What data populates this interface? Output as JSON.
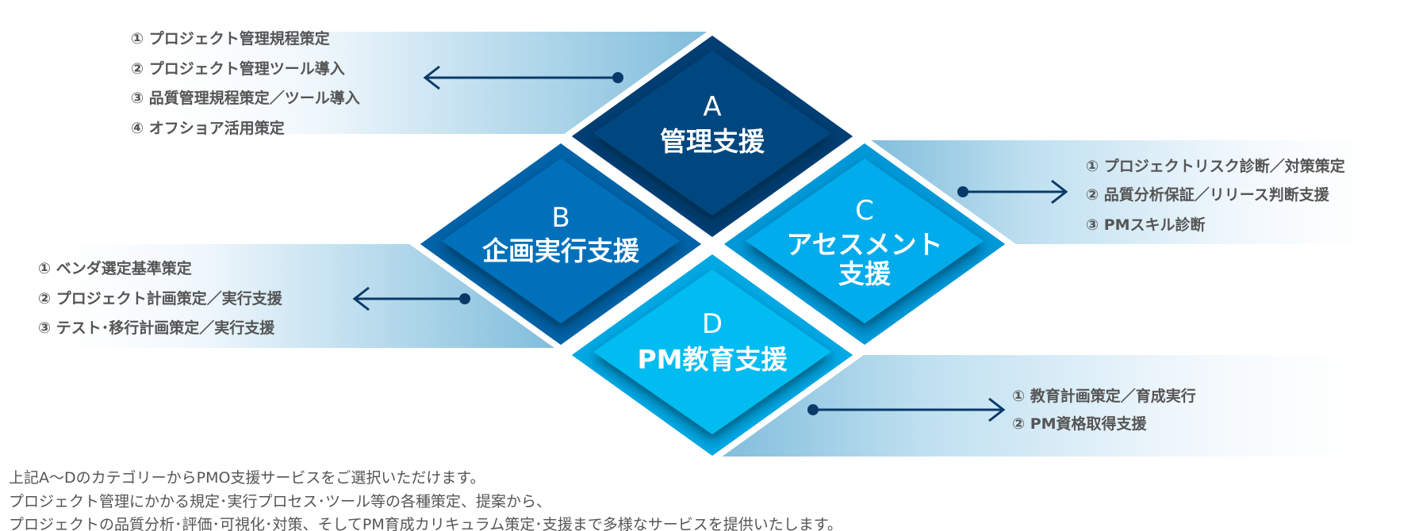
{
  "categories": [
    {
      "id": "A",
      "letter": "A",
      "title_lines": [
        "管理支援"
      ],
      "color": "#003e73",
      "inner_color": "#00467f",
      "items": [
        "① プロジェクト管理規程策定",
        "② プロジェクト管理ツール導入",
        "③ 品質管理規程策定／ツール導入",
        "④ オフショア活用策定"
      ]
    },
    {
      "id": "B",
      "letter": "B",
      "title_lines": [
        "企画実行支援"
      ],
      "color": "#0063a8",
      "inner_color": "#0070ba",
      "items": [
        "① ベンダ選定基準策定",
        "② プロジェクト計画策定／実行支援",
        "③ テスト･移行計画策定／実行支援"
      ]
    },
    {
      "id": "C",
      "letter": "C",
      "title_lines": [
        "アセスメント",
        "支援"
      ],
      "color": "#0098d8",
      "inner_color": "#00acec",
      "items": [
        "① プロジェクトリスク診断／対策策定",
        "② 品質分析保証／リリース判断支援",
        "③ PMスキル診断"
      ]
    },
    {
      "id": "D",
      "letter": "D",
      "title_lines": [
        "PM教育支援"
      ],
      "color": "#00a8e4",
      "inner_color": "#00bcf0",
      "items": [
        "① 教育計画策定／育成実行",
        "② PM資格取得支援"
      ]
    }
  ],
  "footer": {
    "lines": [
      "上記A～DのカテゴリーからPMO支援サービスをご選択いただけます。",
      "プロジェクト管理にかかる規定･実行プロセス･ツール等の各種策定、提案から、",
      "プロジェクトの品質分析･評価･可視化･対策、そしてPM育成カリキュラム策定･支援まで多様なサービスを提供いたします。"
    ]
  },
  "colors": {
    "text": "#555555",
    "connector": "#0a3a6a",
    "band": "#a9d3e8"
  }
}
